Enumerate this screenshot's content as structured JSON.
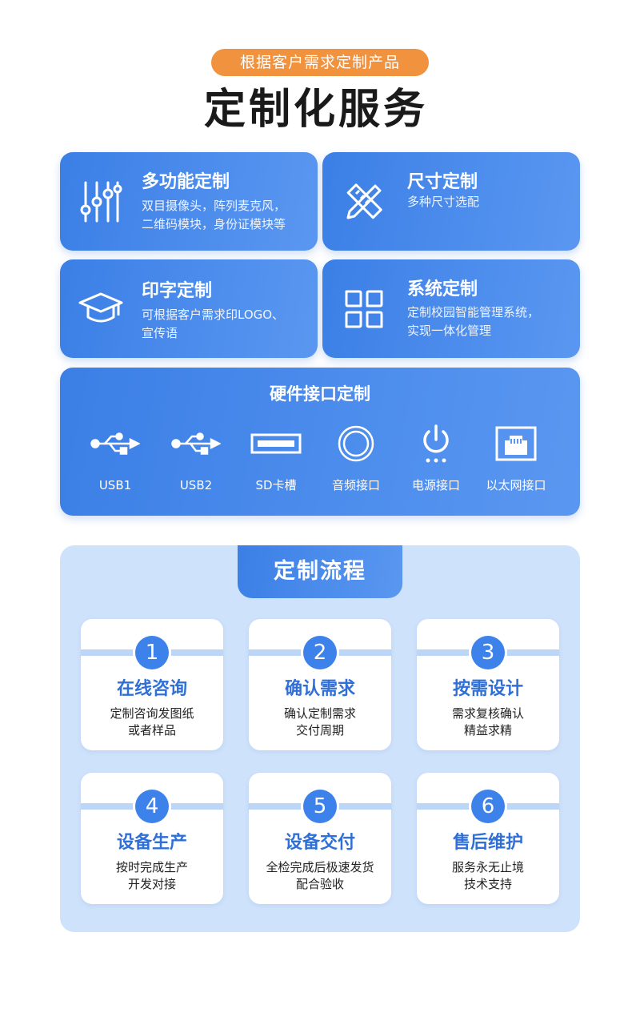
{
  "header": {
    "subtitle": "根据客户需求定制产品",
    "title": "定制化服务"
  },
  "features": [
    {
      "title": "多功能定制",
      "desc_line1": "双目摄像头，阵列麦克风，",
      "desc_line2": "二维码模块，身份证模块等",
      "icon": "sliders-icon"
    },
    {
      "title": "尺寸定制",
      "desc_line1": "多种尺寸选配",
      "desc_line2": "",
      "icon": "pencil-ruler-icon"
    },
    {
      "title": "印字定制",
      "desc_line1": "可根据客户需求印LOGO、",
      "desc_line2": "宣传语",
      "icon": "graduation-cap-icon"
    },
    {
      "title": "系统定制",
      "desc_line1": "定制校园智能管理系统，",
      "desc_line2": "实现一体化管理",
      "icon": "grid-icon"
    }
  ],
  "hardware": {
    "title": "硬件接口定制",
    "ports": [
      {
        "label": "USB1",
        "icon": "usb-icon"
      },
      {
        "label": "USB2",
        "icon": "usb-icon"
      },
      {
        "label": "SD卡槽",
        "icon": "sd-slot-icon"
      },
      {
        "label": "音频接口",
        "icon": "audio-jack-icon"
      },
      {
        "label": "电源接口",
        "icon": "power-icon"
      },
      {
        "label": "以太网接口",
        "icon": "ethernet-icon"
      }
    ]
  },
  "process": {
    "title": "定制流程",
    "steps": [
      {
        "num": "1",
        "title": "在线咨询",
        "line1": "定制咨询发图纸",
        "line2": "或者样品"
      },
      {
        "num": "2",
        "title": "确认需求",
        "line1": "确认定制需求",
        "line2": "交付周期"
      },
      {
        "num": "3",
        "title": "按需设计",
        "line1": "需求复核确认",
        "line2": "精益求精"
      },
      {
        "num": "4",
        "title": "设备生产",
        "line1": "按时完成生产",
        "line2": "开发对接"
      },
      {
        "num": "5",
        "title": "设备交付",
        "line1": "全检完成后极速发货",
        "line2": "配合验收"
      },
      {
        "num": "6",
        "title": "售后维护",
        "line1": "服务永无止境",
        "line2": "技术支持"
      }
    ]
  },
  "colors": {
    "accent_orange": "#f0923e",
    "primary_blue": "#3b7fe6",
    "panel_light_blue": "#cfe2fb"
  }
}
